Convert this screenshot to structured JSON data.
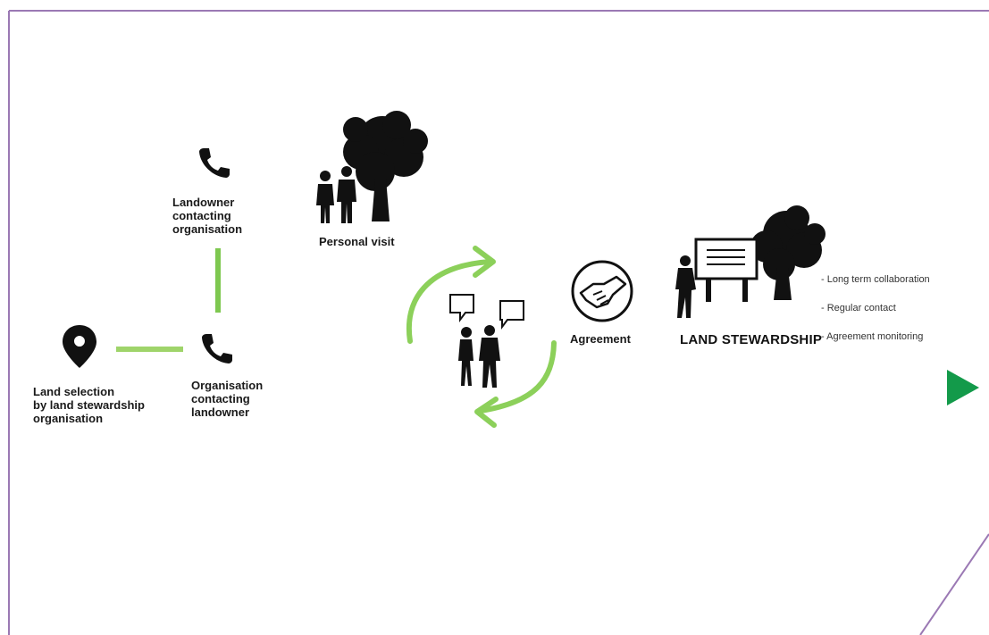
{
  "colors": {
    "frame": "#9b79b4",
    "green_light": "#9fd46a",
    "green_mid": "#6cc04a",
    "green_dark": "#139a4a",
    "icon": "#111111"
  },
  "labels": {
    "land_selection": "Land selection\nby land stewardship\norganisation",
    "org_contacting": "Organisation\ncontacting\nlandowner",
    "landowner_contacting": "Landowner\ncontacting\norganisation",
    "personal_visit": "Personal visit",
    "agreement": "Agreement",
    "land_stewardship": "LAND STEWARDSHIP"
  },
  "notes": [
    "- Long term collaboration",
    "- Regular contact",
    "- Agreement monitoring"
  ],
  "icons": [
    "map-pin-icon",
    "phone-icon",
    "phone-icon",
    "people-tree-icon",
    "speech-bubbles-icon",
    "handshake-icon",
    "sign-board-tree-icon"
  ]
}
